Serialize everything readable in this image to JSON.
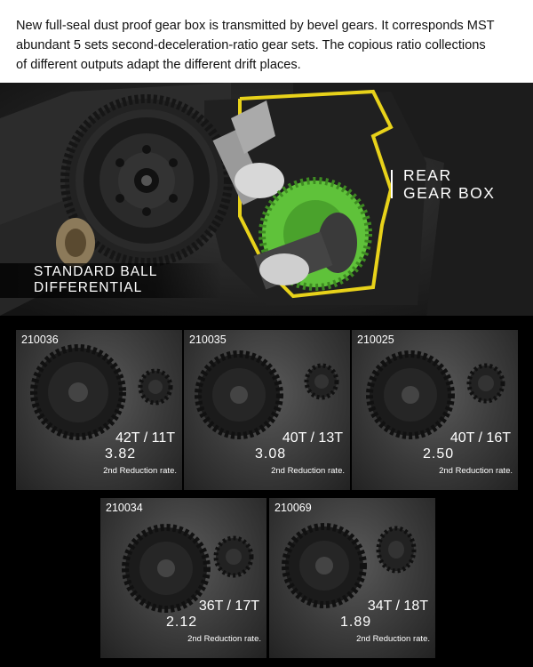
{
  "intro": {
    "line1": "New full-seal dust proof gear box is transmitted by bevel gears. It corresponds MST",
    "line2": "abundant 5 sets second-deceleration-ratio gear sets. The copious ratio collections",
    "line3": "of different outputs adapt the different drift places."
  },
  "hero": {
    "rear_label_1": "REAR",
    "rear_label_2": "GEAR BOX",
    "diff_label_1": "STANDARD BALL",
    "diff_label_2": "DIFFERENTIAL"
  },
  "gear_sets": [
    {
      "code": "210036",
      "teeth": "42T / 11T",
      "ratio": "3.82",
      "label": "2nd Reduction rate."
    },
    {
      "code": "210035",
      "teeth": "40T / 13T",
      "ratio": "3.08",
      "label": "2nd Reduction rate."
    },
    {
      "code": "210025",
      "teeth": "40T / 16T",
      "ratio": "2.50",
      "label": "2nd Reduction rate."
    },
    {
      "code": "210034",
      "teeth": "36T / 17T",
      "ratio": "2.12",
      "label": "2nd Reduction rate."
    },
    {
      "code": "210069",
      "teeth": "34T / 18T",
      "ratio": "1.89",
      "label": "2nd Reduction rate."
    }
  ],
  "colors": {
    "background": "#000000",
    "ring_gear_green": "#5fc23a",
    "housing_outline_yellow": "#e8d21a",
    "gear_dark": "#1b1b1b"
  }
}
